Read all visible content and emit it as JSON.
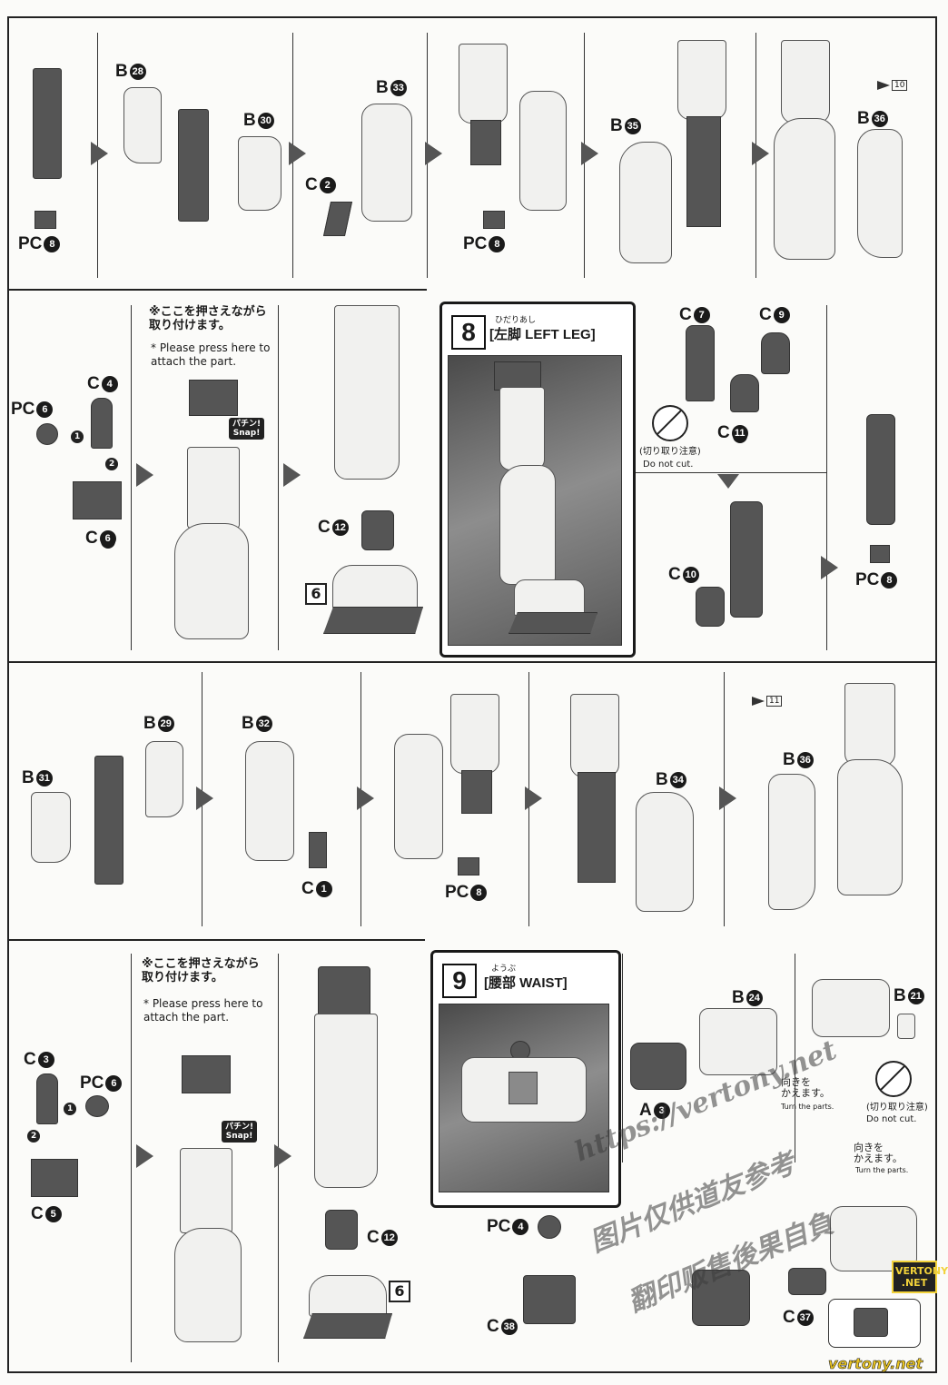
{
  "row1": {
    "labels": {
      "pc8_a": "PC",
      "b28": "B",
      "b30": "B",
      "b33": "B",
      "c2": "C",
      "pc8_b": "PC",
      "b35": "B",
      "b36": "B"
    },
    "nums": {
      "pc8_a": "8",
      "b28": "28",
      "b30": "30",
      "b33": "33",
      "c2": "2",
      "pc8_b": "8",
      "b35": "35",
      "b36": "36"
    },
    "flag_page": "10"
  },
  "row2": {
    "labels": {
      "pc6": "PC",
      "c4": "C",
      "c6": "C",
      "c12": "C"
    },
    "nums": {
      "pc6": "6",
      "c4": "4",
      "c6": "6",
      "c12": "12",
      "order1": "1",
      "order2": "2"
    },
    "note_jp": "※ここを押さえながら\n取り付けます。",
    "note_en": "* Please press here to\nattach the part.",
    "snap_jp": "パチン!",
    "snap_en": "Snap!",
    "box_num": "6"
  },
  "step8": {
    "number": "8",
    "title_jp": "[左脚",
    "title_ruby": "ひだりあし",
    "title_en": "LEFT LEG]",
    "labels": {
      "c7": "C",
      "c9": "C",
      "c11": "C",
      "c10": "C",
      "pc8": "PC"
    },
    "nums": {
      "c7": "7",
      "c9": "9",
      "c11": "11",
      "c10": "10",
      "pc8": "8"
    },
    "nocut_jp": "(切り取り注意)",
    "nocut_en": "Do not cut."
  },
  "row3": {
    "labels": {
      "b29": "B",
      "b31": "B",
      "b32": "B",
      "c1": "C",
      "pc8": "PC",
      "b34": "B",
      "b36": "B"
    },
    "nums": {
      "b29": "29",
      "b31": "31",
      "b32": "32",
      "c1": "1",
      "pc8": "8",
      "b34": "34",
      "b36": "36"
    },
    "flag_page": "11"
  },
  "row4": {
    "labels": {
      "c3": "C",
      "pc6": "PC",
      "c5": "C",
      "c12": "C"
    },
    "nums": {
      "c3": "3",
      "pc6": "6",
      "c5": "5",
      "c12": "12",
      "order1": "1",
      "order2": "2"
    },
    "note_jp": "※ここを押さえながら\n取り付けます。",
    "note_en": "* Please press here to\nattach the part.",
    "snap_jp": "パチン!",
    "snap_en": "Snap!",
    "box_num": "6"
  },
  "step9": {
    "number": "9",
    "title_jp": "[腰部",
    "title_ruby": "ようぶ",
    "title_en": "WAIST]",
    "labels": {
      "b24": "B",
      "b21": "B",
      "a3": "A",
      "pc4": "PC",
      "c38": "C",
      "c37": "C"
    },
    "nums": {
      "b24": "24",
      "b21": "21",
      "a3": "3",
      "pc4": "4",
      "c38": "38",
      "c37": "37"
    },
    "turn_jp": "向きを\nかえます。",
    "turn_en": "Turn the parts.",
    "nocut_jp": "(切り取り注意)",
    "nocut_en": "Do not cut."
  },
  "watermark": {
    "url": "https://vertony.net",
    "line1": "图片仅供道友参考，",
    "line2": "图片仅供道友参考",
    "line3": "翻印贩售後果自負",
    "logo": "VERTONY\n.NET",
    "site": "vertony.net"
  }
}
